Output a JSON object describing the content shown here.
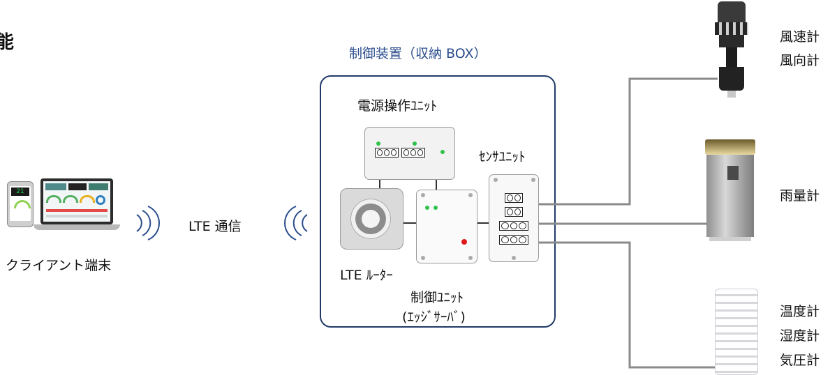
{
  "fragment": "能",
  "title": "制御装置（収納 BOX）",
  "labels": {
    "power_unit": "電源操作ﾕﾆｯﾄ",
    "sensor_unit": "ｾﾝｻﾕﾆｯﾄ",
    "lte_router": "LTE ﾙｰﾀｰ",
    "control_unit": "制御ﾕﾆｯﾄ",
    "edge_server": "(ｴｯｼﾞｻｰﾊﾞ)",
    "lte_link": "LTE 通信",
    "client": "クライアント端末",
    "anemometer": "風速計",
    "wind_vane": "風向計",
    "rain_gauge": "雨量計",
    "thermometer": "温度計",
    "hygrometer": "湿度計",
    "barometer": "気圧計"
  },
  "screen": {
    "phone_value": "21"
  },
  "colors": {
    "title": "#2b4d8c",
    "box_border": "#1f3a68",
    "cable": "#8a8a8a",
    "led_green": "#2ec14b",
    "led_red": "#e01818"
  }
}
